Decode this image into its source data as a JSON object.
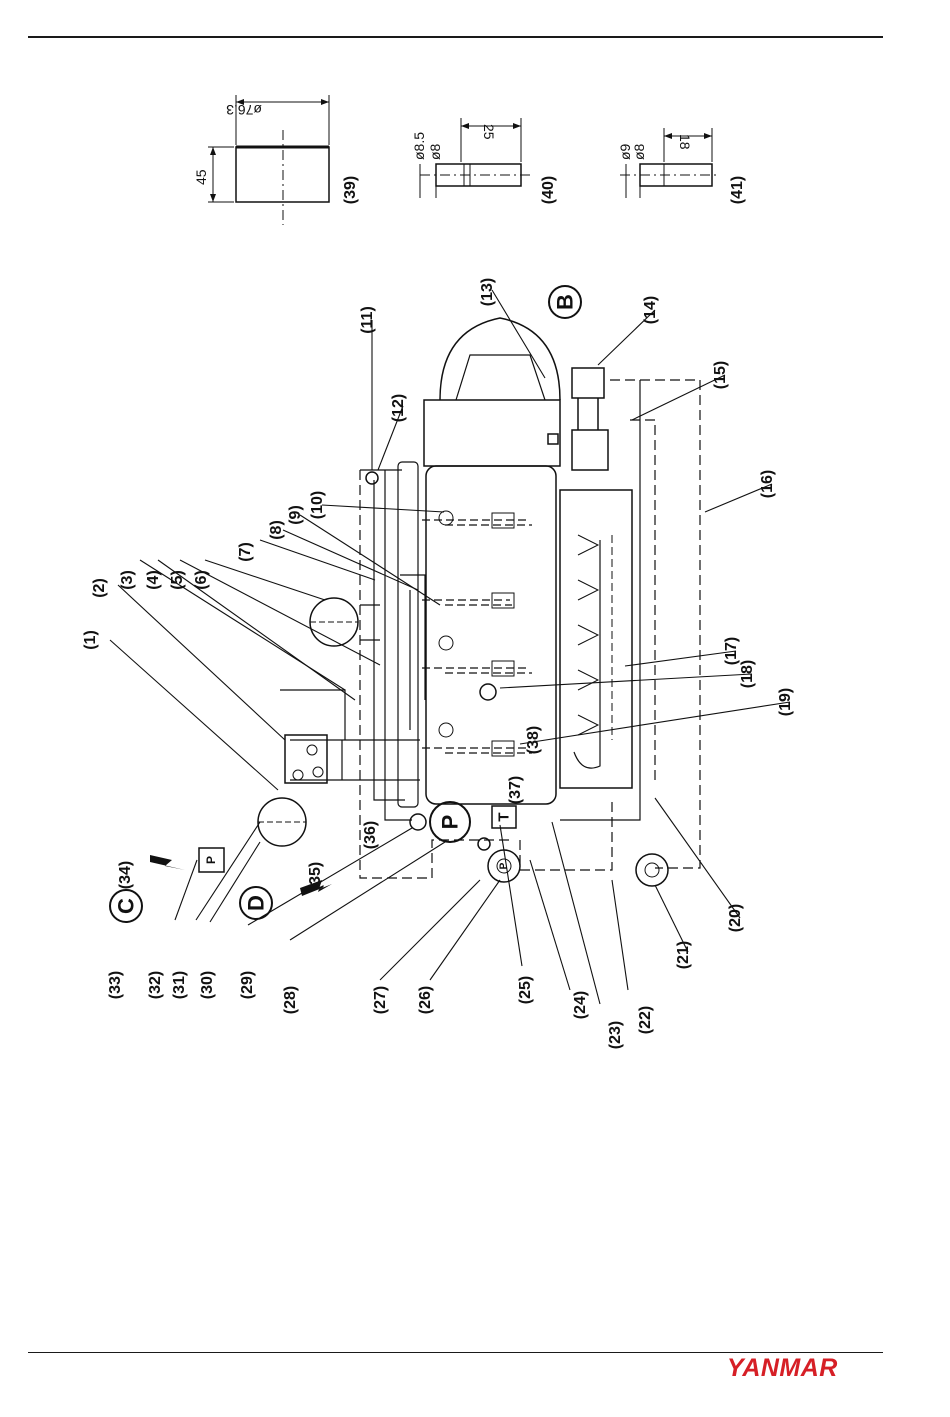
{
  "brand": {
    "name": "YANMAR",
    "color": "#d61f26"
  },
  "ink_color": "#111111",
  "callouts": [
    "(1)",
    "(2)",
    "(3)",
    "(4)",
    "(5)",
    "(6)",
    "(7)",
    "(8)",
    "(9)",
    "(10)",
    "(11)",
    "(12)",
    "(13)",
    "(14)",
    "(15)",
    "(16)",
    "(17)",
    "(18)",
    "(19)",
    "(20)",
    "(21)",
    "(22)",
    "(23)",
    "(24)",
    "(25)",
    "(26)",
    "(27)",
    "(28)",
    "(29)",
    "(30)",
    "(31)",
    "(32)",
    "(33)",
    "(34)",
    "(35)",
    "(36)",
    "(37)",
    "(38)",
    "(39)",
    "(40)",
    "(41)"
  ],
  "markers": {
    "b": "B",
    "c": "C",
    "d": "D",
    "pump_large": "P",
    "pump_small": "P",
    "thermostat": "T",
    "pressure_switch": "P"
  },
  "dimensions": {
    "part39": {
      "diameter": "ø76.3",
      "height": "45"
    },
    "part40": {
      "outer": "ø8.5",
      "inner": "ø8",
      "length": "25"
    },
    "part41": {
      "outer": "ø9",
      "inner": "ø8",
      "length": "18"
    }
  }
}
